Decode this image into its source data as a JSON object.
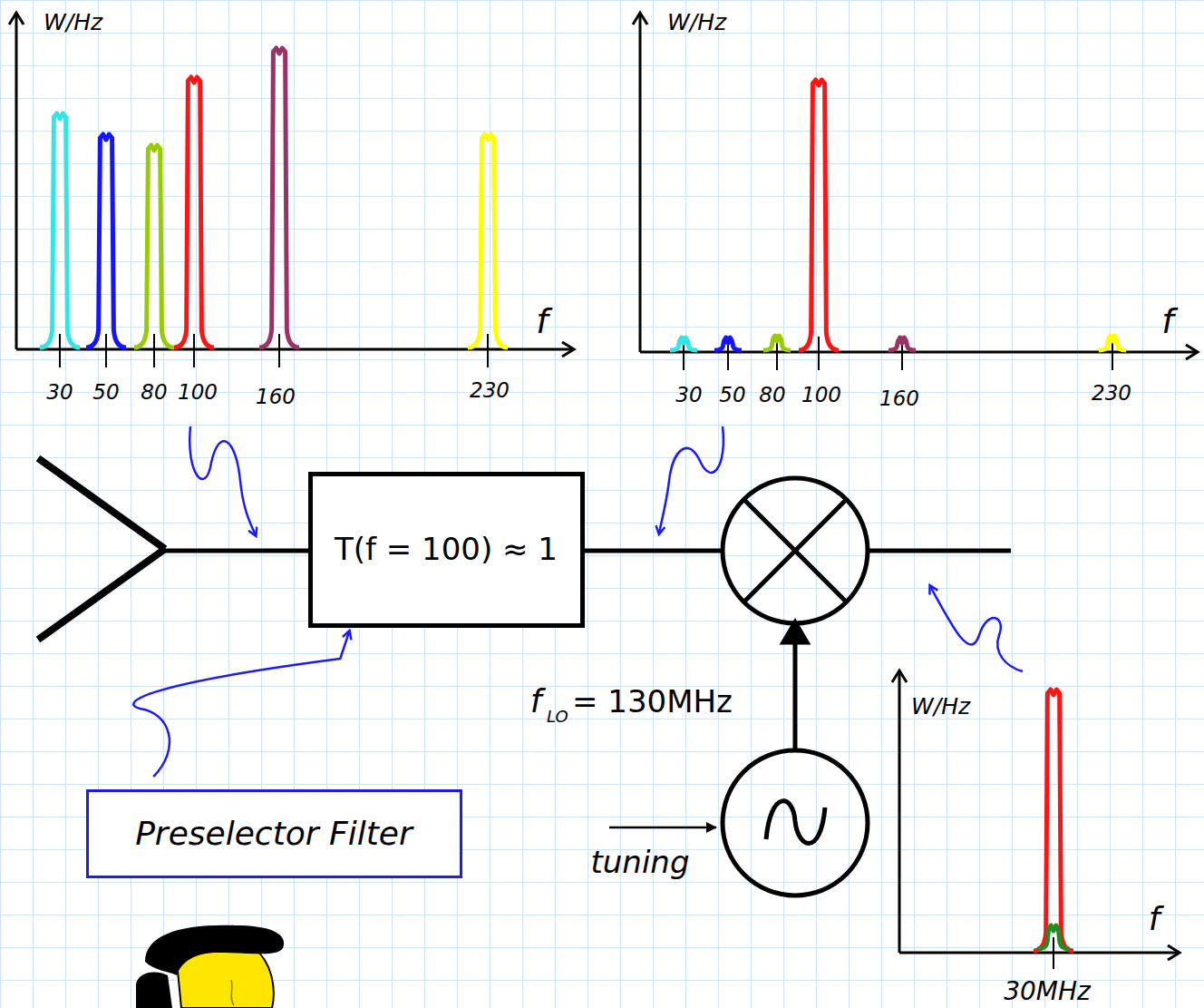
{
  "diagram": {
    "nodes": [
      {
        "text": [
          "T(f = 100) ≈ 1"
        ]
      },
      {
        "text": [
          "Preselector Filter"
        ]
      }
    ],
    "edges": [
      {
        "from": 1,
        "to": 0,
        "arrow": "to"
      }
    ],
    "labels": [
      "W/Hz",
      "f",
      "30",
      "50",
      "80",
      "100",
      "160",
      "230",
      "W/Hz",
      "f",
      "30",
      "50",
      "80",
      "100",
      "160",
      "230",
      "f",
      "LO",
      "= 130MHz",
      "tuning",
      "W/Hz",
      "f",
      "30MHz"
    ]
  }
}
